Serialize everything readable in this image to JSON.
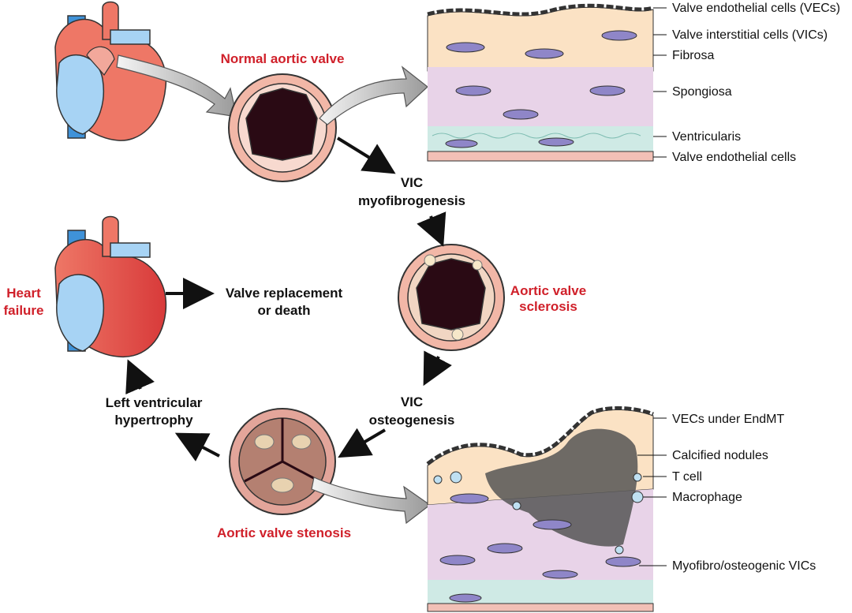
{
  "stages": {
    "normal": "Normal aortic valve",
    "sclerosis_line1": "Aortic valve",
    "sclerosis_line2": "sclerosis",
    "stenosis": "Aortic valve stenosis",
    "heart_failure_line1": "Heart",
    "heart_failure_line2": "failure"
  },
  "processes": {
    "myofib_line1": "VIC",
    "myofib_line2": "myofibrogenesis",
    "osteo_line1": "VIC",
    "osteo_line2": "osteogenesis",
    "lvh_line1": "Left ventricular",
    "lvh_line2": "hypertrophy",
    "outcome_line1": "Valve replacement",
    "outcome_line2": "or death"
  },
  "normal_layers": [
    "Valve endothelial cells (VECs)",
    "Valve interstitial cells (VICs)",
    "Fibrosa",
    "Spongiosa",
    "Ventricularis",
    "Valve endothelial cells"
  ],
  "diseased_layers": [
    "VECs under EndMT",
    "Calcified nodules",
    "T cell",
    "Macrophage",
    "Myofibro/osteogenic VICs"
  ],
  "colors": {
    "stage_red": "#d0202a",
    "fibrosa": "#fbe2c4",
    "spongiosa": "#e8d3e8",
    "ventricularis": "#cfeae5",
    "vic_cell": "#8f86c8",
    "valve_dark": "#2a0a14",
    "heart_red": "#ee7766",
    "heart_blue": "#a7d3f4"
  }
}
